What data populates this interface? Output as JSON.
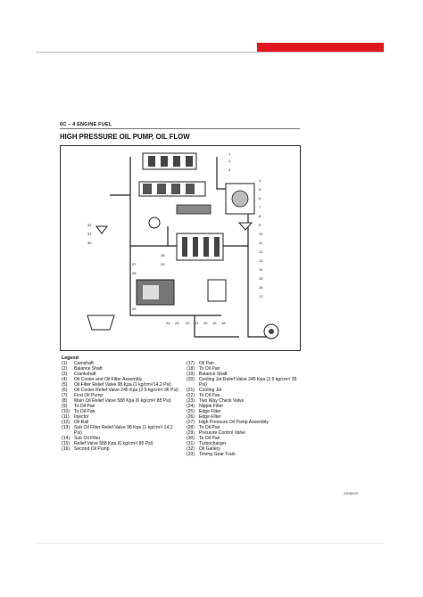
{
  "header": {
    "section": "6C – 4  ENGINE FUEL",
    "title": "HIGH PRESSURE OIL PUMP, OIL FLOW"
  },
  "figure": {
    "code": "04FAB000",
    "callouts": [
      "1",
      "2",
      "3",
      "4",
      "5",
      "6",
      "7",
      "8",
      "9",
      "10",
      "11",
      "12",
      "13",
      "14",
      "15",
      "16",
      "17",
      "18",
      "19",
      "20",
      "21",
      "22",
      "23",
      "24",
      "25",
      "26",
      "27",
      "28",
      "29",
      "30",
      "31",
      "32"
    ]
  },
  "legend": {
    "title": "Legend",
    "left": [
      {
        "n": "(1)",
        "t": "Camshaft"
      },
      {
        "n": "(2)",
        "t": "Balance Shaft"
      },
      {
        "n": "(3)",
        "t": "Crankshaft"
      },
      {
        "n": "(4)",
        "t": "Oil Cooler and Oil Filter Assembly"
      },
      {
        "n": "(5)",
        "t": "Oil Filter Relief Valve 98 Kpa (1 kg/cm²/14.2 Psi)"
      },
      {
        "n": "(6)",
        "t": "Oil Cooler Relief Valve 245 Kpa (2.5 kg/cm²/ 36 Psi)"
      },
      {
        "n": "(7)",
        "t": "First Oil Pump"
      },
      {
        "n": "(8)",
        "t": "Main Oil Relief Valve 588 Kpa (6 kg/cm²/ 85 Psi)"
      },
      {
        "n": "(9)",
        "t": "To Oil Pan"
      },
      {
        "n": "(10)",
        "t": "To Oil Pan"
      },
      {
        "n": "(11)",
        "t": "Injector"
      },
      {
        "n": "(12)",
        "t": "Oil Rail"
      },
      {
        "n": "(13)",
        "t": "Sub Oil Filter Relief Valve 98 Kpa (1 kg/cm²/ 14.2 Psi)"
      },
      {
        "n": "(14)",
        "t": "Sub Oil Filter"
      },
      {
        "n": "(15)",
        "t": "Relief Valve 588 Kpa (6 kg/cm²/ 85 Psi)"
      },
      {
        "n": "(16)",
        "t": "Second Oil Pump"
      }
    ],
    "right": [
      {
        "n": "(17)",
        "t": "Oil Pan"
      },
      {
        "n": "(18)",
        "t": "To Oil Pan"
      },
      {
        "n": "(19)",
        "t": "Balance Shaft"
      },
      {
        "n": "(20)",
        "t": "Cooling Jet Relief Valve 245 Kpa (2.5 kg/cm²/ 36 Psi)"
      },
      {
        "n": "(21)",
        "t": "Cooling Jet"
      },
      {
        "n": "(22)",
        "t": "To Oil Pan"
      },
      {
        "n": "(23)",
        "t": "Two Way Check Valve"
      },
      {
        "n": "(24)",
        "t": "Nipple Filter"
      },
      {
        "n": "(25)",
        "t": "Edge Filter"
      },
      {
        "n": "(26)",
        "t": "Edge Filter"
      },
      {
        "n": "(27)",
        "t": "High Pressure Oil Pump Assembly"
      },
      {
        "n": "(28)",
        "t": "To Oil Pan"
      },
      {
        "n": "(29)",
        "t": "Pressure Control Valve"
      },
      {
        "n": "(30)",
        "t": "To Oil Pan"
      },
      {
        "n": "(31)",
        "t": "Turbocharger"
      },
      {
        "n": "(32)",
        "t": "Oil Gallery"
      },
      {
        "n": "(33)",
        "t": "Timing Gear Train"
      }
    ]
  }
}
